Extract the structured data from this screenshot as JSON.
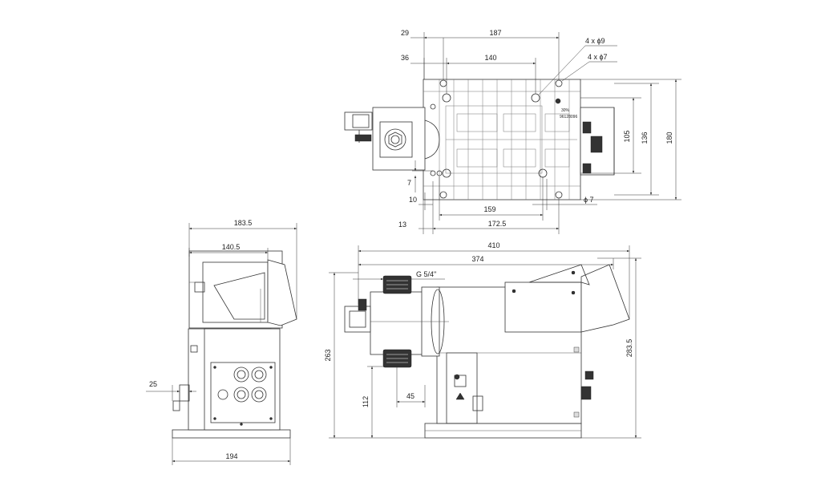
{
  "top_view": {
    "dims": {
      "d29": "29",
      "d187": "187",
      "d36": "36",
      "d140": "140",
      "holes9": "4 x ϕ9",
      "holes7": "4 x ϕ7",
      "d105": "105",
      "d136": "136",
      "d180": "180",
      "d7v": "7",
      "d10": "10",
      "phi7": "ϕ 7",
      "d159": "159",
      "d13": "13",
      "d172_5": "172.5"
    }
  },
  "side_view": {
    "dims": {
      "d183_5": "183.5",
      "d140_5": "140.5",
      "d25": "25",
      "d194": "194"
    }
  },
  "front_view": {
    "dims": {
      "d410": "410",
      "d374": "374",
      "thread": "G 5/4\"",
      "d263": "263",
      "d283_5": "283.5",
      "d112": "112",
      "d45": "45"
    }
  }
}
